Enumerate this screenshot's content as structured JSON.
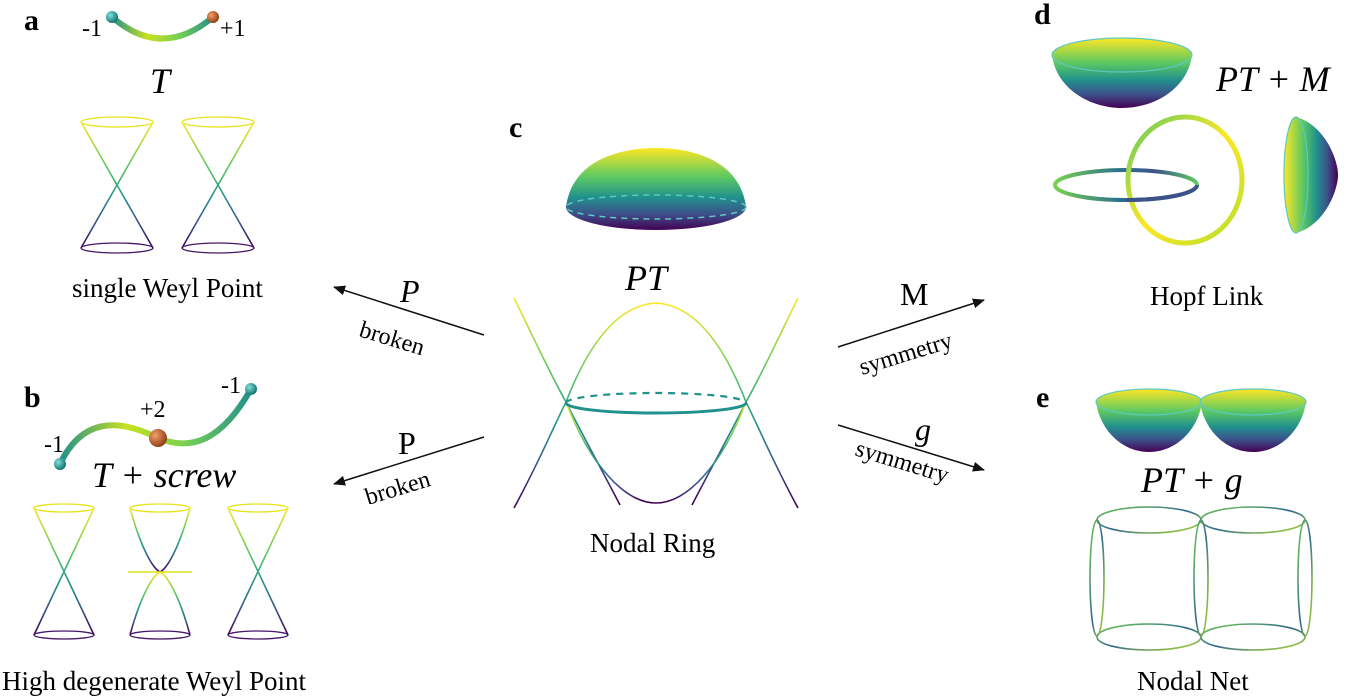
{
  "panels": {
    "a": {
      "letter": "a",
      "symmetry": "T",
      "caption": "single Weyl Point",
      "charges": [
        "-1",
        "+1"
      ]
    },
    "b": {
      "letter": "b",
      "symmetry": "T + screw",
      "caption": "High degenerate Weyl Point",
      "charges": [
        "-1",
        "+2",
        "-1"
      ]
    },
    "c": {
      "letter": "c",
      "symmetry": "PT",
      "caption": "Nodal Ring"
    },
    "d": {
      "letter": "d",
      "symmetry": "PT + M",
      "caption": "Hopf Link"
    },
    "e": {
      "letter": "e",
      "symmetry": "PT + g",
      "caption": "Nodal Net"
    }
  },
  "arrows": {
    "to_a": {
      "top": "P",
      "bottom": "broken"
    },
    "to_b": {
      "top": "P",
      "bottom": "broken"
    },
    "to_d": {
      "top": "M",
      "bottom": "symmetry"
    },
    "to_e": {
      "top": "g",
      "bottom": "symmetry"
    }
  },
  "colors": {
    "viridis_yellow": "#fde725",
    "viridis_green": "#5ec962",
    "viridis_teal": "#21918c",
    "viridis_blue": "#3b528b",
    "viridis_purple": "#440154",
    "charge_negative": "#1f9e9a",
    "charge_positive": "#c0642a"
  }
}
